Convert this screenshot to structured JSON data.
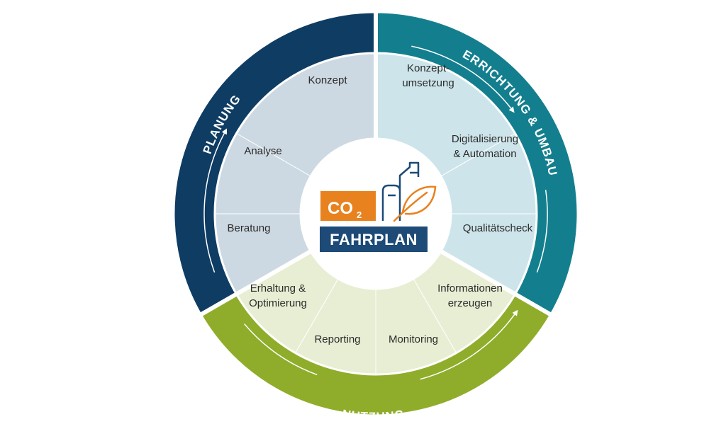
{
  "colors": {
    "planung_ring": "#0e3c63",
    "errichtung_ring": "#137f8e",
    "nutzung_ring": "#8fad2a",
    "planung_fill": "#cdd9e2",
    "errichtung_fill": "#cde5ea",
    "nutzung_fill": "#e8eed3",
    "logo_orange": "#e8821e",
    "logo_navy": "#1d4a76"
  },
  "phases": [
    {
      "id": "planung",
      "label": "PLANUNG",
      "segments": [
        {
          "id": "konzept",
          "lines": [
            "Konzept"
          ]
        },
        {
          "id": "analyse",
          "lines": [
            "Analyse"
          ]
        },
        {
          "id": "beratung",
          "lines": [
            "Beratung"
          ]
        }
      ]
    },
    {
      "id": "errichtung",
      "label": "ERRICHTUNG & UMBAU",
      "segments": [
        {
          "id": "konzeptumsetzung",
          "lines": [
            "Konzept-",
            "umsetzung"
          ]
        },
        {
          "id": "digitalisierung",
          "lines": [
            "Digitalisierung",
            "& Automation"
          ]
        },
        {
          "id": "qualitaetscheck",
          "lines": [
            "Qualitätscheck"
          ]
        }
      ]
    },
    {
      "id": "nutzung",
      "label": "NUTZUNG",
      "segments": [
        {
          "id": "informationen",
          "lines": [
            "Informationen",
            "erzeugen"
          ]
        },
        {
          "id": "monitoring",
          "lines": [
            "Monitoring"
          ]
        },
        {
          "id": "reporting",
          "lines": [
            "Reporting"
          ]
        },
        {
          "id": "erhaltung",
          "lines": [
            "Erhaltung &",
            "Optimierung"
          ]
        }
      ]
    }
  ],
  "logo": {
    "co": "CO",
    "sub": "2",
    "word": "FAHRPLAN"
  }
}
